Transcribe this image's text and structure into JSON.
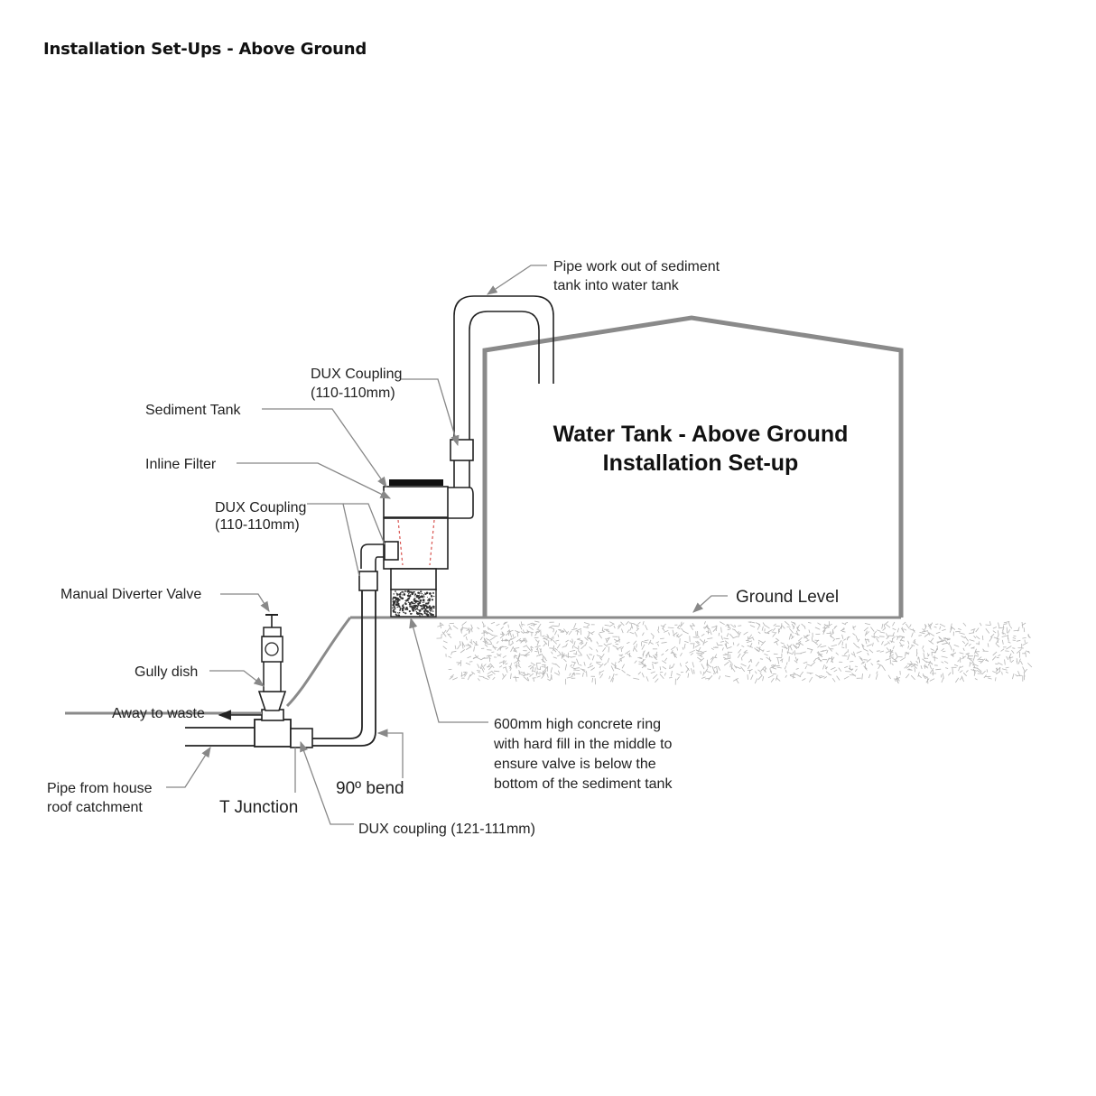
{
  "page": {
    "title": "Installation Set-Ups - Above Ground"
  },
  "labels": {
    "pipe_work": [
      "Pipe work out of sediment",
      "tank into water tank"
    ],
    "dux_top": [
      "DUX Coupling",
      "(110-110mm)"
    ],
    "sediment_tank": "Sediment Tank",
    "inline_filter": "Inline Filter",
    "dux_mid": [
      "DUX Coupling",
      "(110-110mm)"
    ],
    "manual_diverter": "Manual Diverter Valve",
    "gully_dish": "Gully dish",
    "away_to_waste": "Away to waste",
    "pipe_from_house": [
      "Pipe from house",
      "roof catchment"
    ],
    "t_junction": "T Junction",
    "bend": "90º bend",
    "dux_bottom": "DUX coupling (121-111mm)",
    "ground_level": "Ground Level",
    "concrete_ring": [
      "600mm high concrete ring",
      "with hard fill in the middle to",
      "ensure valve is below the",
      "bottom of the sediment tank"
    ],
    "tank_title": [
      "Water Tank - Above Ground",
      "Installation Set-up"
    ]
  },
  "colors": {
    "tank_outline": "#8a8a8a",
    "leader": "#888888",
    "filter_dash": "#d9534f",
    "line": "#222222"
  }
}
